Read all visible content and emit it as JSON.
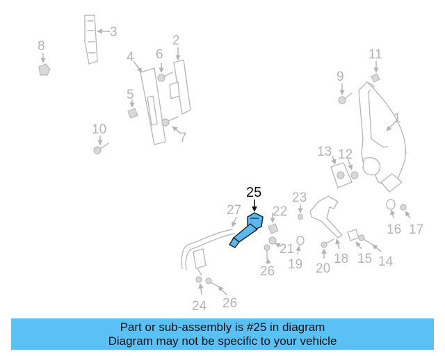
{
  "diagram": {
    "highlighted_part": "25",
    "highlight_color": "#5ab8ee",
    "labels": {
      "p1": "1",
      "p2": "2",
      "p3": "3",
      "p4": "4",
      "p5": "5",
      "p6": "6",
      "p7": "7",
      "p8": "8",
      "p9": "9",
      "p10": "10",
      "p11": "11",
      "p12": "12",
      "p13": "13",
      "p14": "14",
      "p15": "15",
      "p16": "16",
      "p17": "17",
      "p18": "18",
      "p19": "19",
      "p20": "20",
      "p21": "21",
      "p22": "22",
      "p23": "23",
      "p24": "24",
      "p25": "25",
      "p26a": "26",
      "p26b": "26",
      "p27": "27"
    }
  },
  "banner": {
    "line1": "Part or sub-assembly is #25 in diagram",
    "line2": "Diagram may not be specific to your vehicle",
    "background": "#5bc1f5"
  }
}
